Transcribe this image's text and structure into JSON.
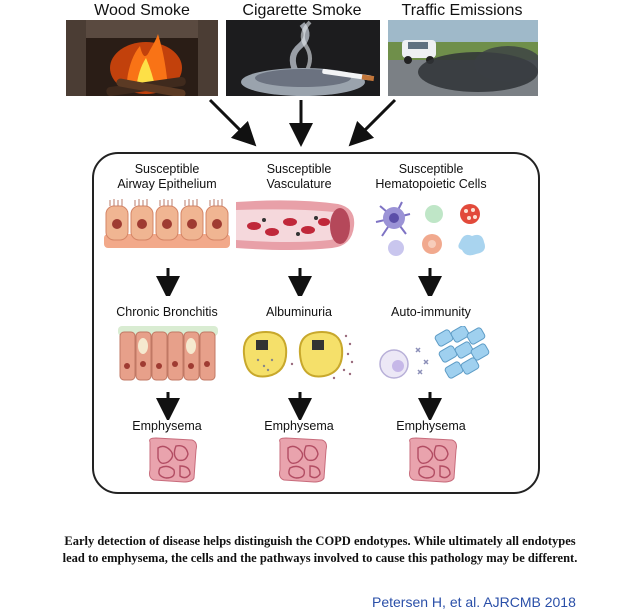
{
  "sources": [
    {
      "label": "Wood Smoke",
      "photo": "fireplace-photo"
    },
    {
      "label": "Cigarette Smoke",
      "photo": "ashtray-photo"
    },
    {
      "label": "Traffic Emissions",
      "photo": "car-exhaust-photo"
    }
  ],
  "columns": [
    {
      "title_line1": "Susceptible",
      "title_line2": "Airway Epithelium",
      "stage": "Chronic Bronchitis",
      "outcome": "Emphysema"
    },
    {
      "title_line1": "Susceptible",
      "title_line2": "Vasculature",
      "stage": "Albuminuria",
      "outcome": "Emphysema"
    },
    {
      "title_line1": "Susceptible",
      "title_line2": "Hematopoietic Cells",
      "stage": "Auto-immunity",
      "outcome": "Emphysema"
    }
  ],
  "caption": {
    "line1": "Early detection of disease helps distinguish the COPD endotypes. While ultimately all endotypes",
    "line2": "lead to emphysema, the cells and the pathways involved to cause this pathology may be different."
  },
  "citation": "Petersen H, et al. AJRCMB 2018",
  "colors": {
    "arrow": "#111111",
    "frame": "#222222",
    "citation": "#2a4fa8",
    "tissue": "#e9a3ad",
    "epithelium": "#f0b592"
  }
}
